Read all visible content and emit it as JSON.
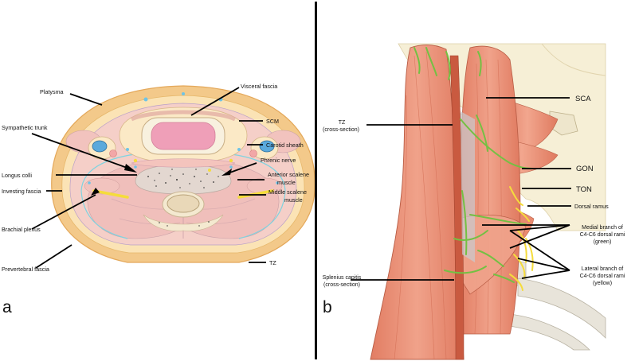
{
  "panel_a": {
    "letter": "a",
    "labels": {
      "platysma": "Platysma",
      "visceral_fascia": "Visceral fascia",
      "scm": "SCM",
      "sympathetic_trunk": "Sympathetic trunk",
      "carotid_sheath": "Carotid sheath",
      "phrenic_nerve": "Phrenic nerve",
      "longus_colli": "Longus colli",
      "anterior_scalene": [
        "Anterior scalene",
        "muscle"
      ],
      "investing_fascia": "Investing fascia",
      "middle_scalene": [
        "Middle scalene",
        "muscle"
      ],
      "brachial_plexus": "Brachial plexus",
      "prevertebral_fascia": "Prevertebral fascia",
      "tz": "TZ"
    }
  },
  "panel_b": {
    "letter": "b",
    "labels": {
      "tz_cross": [
        "TZ",
        "(cross-section)"
      ],
      "sca": "SCA",
      "gon": "GON",
      "ton": "TON",
      "dorsal_ramus": "Dorsal ramus",
      "medial_branch": [
        "Medial branch of",
        "C4-C6 dorsal rami",
        "(green)"
      ],
      "lateral_branch": [
        "Lateral branch of",
        "C4-C6 dorsal rami",
        "(yellow)"
      ],
      "splenius": [
        "Splenius capitis",
        "(cross-section)"
      ]
    }
  },
  "colors": {
    "skin": "#f3c98a",
    "muscle_pink": "#f2c7c2",
    "cream": "#fbe9c6",
    "thyroid": "#ef9fb8",
    "vessel_blue": "#5aa9dc",
    "nerve_yellow": "#f5dc3c",
    "muscle_red": "#ec9076",
    "nerve_green": "#74c043",
    "bone": "#f6efd6"
  }
}
